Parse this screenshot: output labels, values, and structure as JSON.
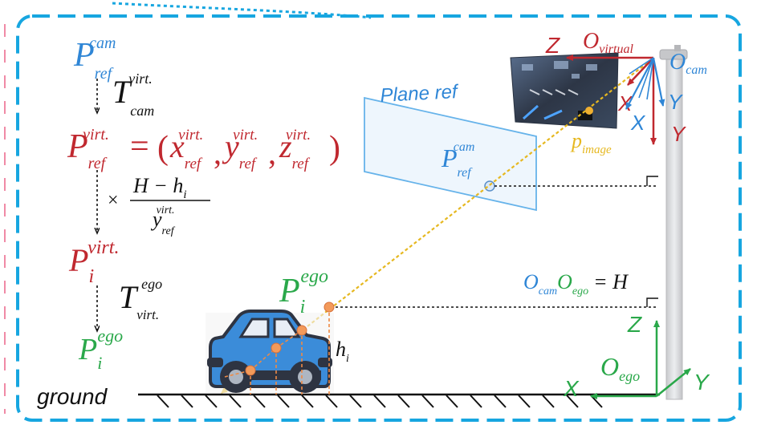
{
  "colors": {
    "frame": "#17a6e0",
    "blue": "#2f86d6",
    "red": "#c0282f",
    "green": "#2aa84a",
    "yellow": "#e6b820",
    "orange": "#ee8a45",
    "black": "#111111",
    "plane_fill": "#eef6fd",
    "plane_stroke": "#66b3ea",
    "pole": "#d9dadd"
  },
  "equations": {
    "p_ref_cam": {
      "base": "P",
      "sub": "ref",
      "sup": "cam"
    },
    "t_cam_virt": {
      "base": "T",
      "sub": "cam",
      "sup": "virt."
    },
    "p_ref_virt_lhs": {
      "base": "P",
      "sub": "ref",
      "sup": "virt."
    },
    "eq_sign": "=",
    "paren_open": "(",
    "x_comp": {
      "base": "x",
      "sub": "ref",
      "sup": "virt."
    },
    "comma1": ",",
    "y_comp": {
      "base": "y",
      "sub": "ref",
      "sup": "virt."
    },
    "comma2": ",",
    "z_comp": {
      "base": "z",
      "sub": "ref",
      "sup": "virt."
    },
    "paren_close": ")",
    "times": "×",
    "frac_num": "H − h",
    "frac_num_sub": "i",
    "frac_den": {
      "base": "y",
      "sub": "ref",
      "sup": "virt."
    },
    "p_i_virt": {
      "base": "P",
      "sub": "i",
      "sup": "virt."
    },
    "t_virt_ego": {
      "base": "T",
      "sub": "virt.",
      "sup": "ego"
    },
    "p_i_ego_left": {
      "base": "P",
      "sub": "i",
      "sup": "ego"
    }
  },
  "labels": {
    "plane_ref": "Plane ref",
    "plane_point": {
      "base": "P",
      "sub": "ref",
      "sup": "cam"
    },
    "p_image": {
      "base": "p",
      "sub": "image"
    },
    "o_virtual": {
      "base": "O",
      "sub": "virtual"
    },
    "o_cam": {
      "base": "O",
      "sub": "cam"
    },
    "virt_axis_z": "Z",
    "virt_axis_x": "X",
    "virt_axis_y": "Y",
    "cam_axis_x": "X",
    "cam_axis_y": "Y",
    "height_eq": {
      "a": "O",
      "a_sub": "cam",
      "b": "O",
      "b_sub": "ego",
      "rest": "= H"
    },
    "p_i_ego_center": {
      "base": "P",
      "sub": "i",
      "sup": "ego"
    },
    "h_i": {
      "base": "h",
      "sub": "i"
    },
    "ego_axis_z": "Z",
    "ego_axis_x": "X",
    "ego_axis_y": "Y",
    "o_ego": {
      "base": "O",
      "sub": "ego"
    },
    "ground": "ground"
  }
}
